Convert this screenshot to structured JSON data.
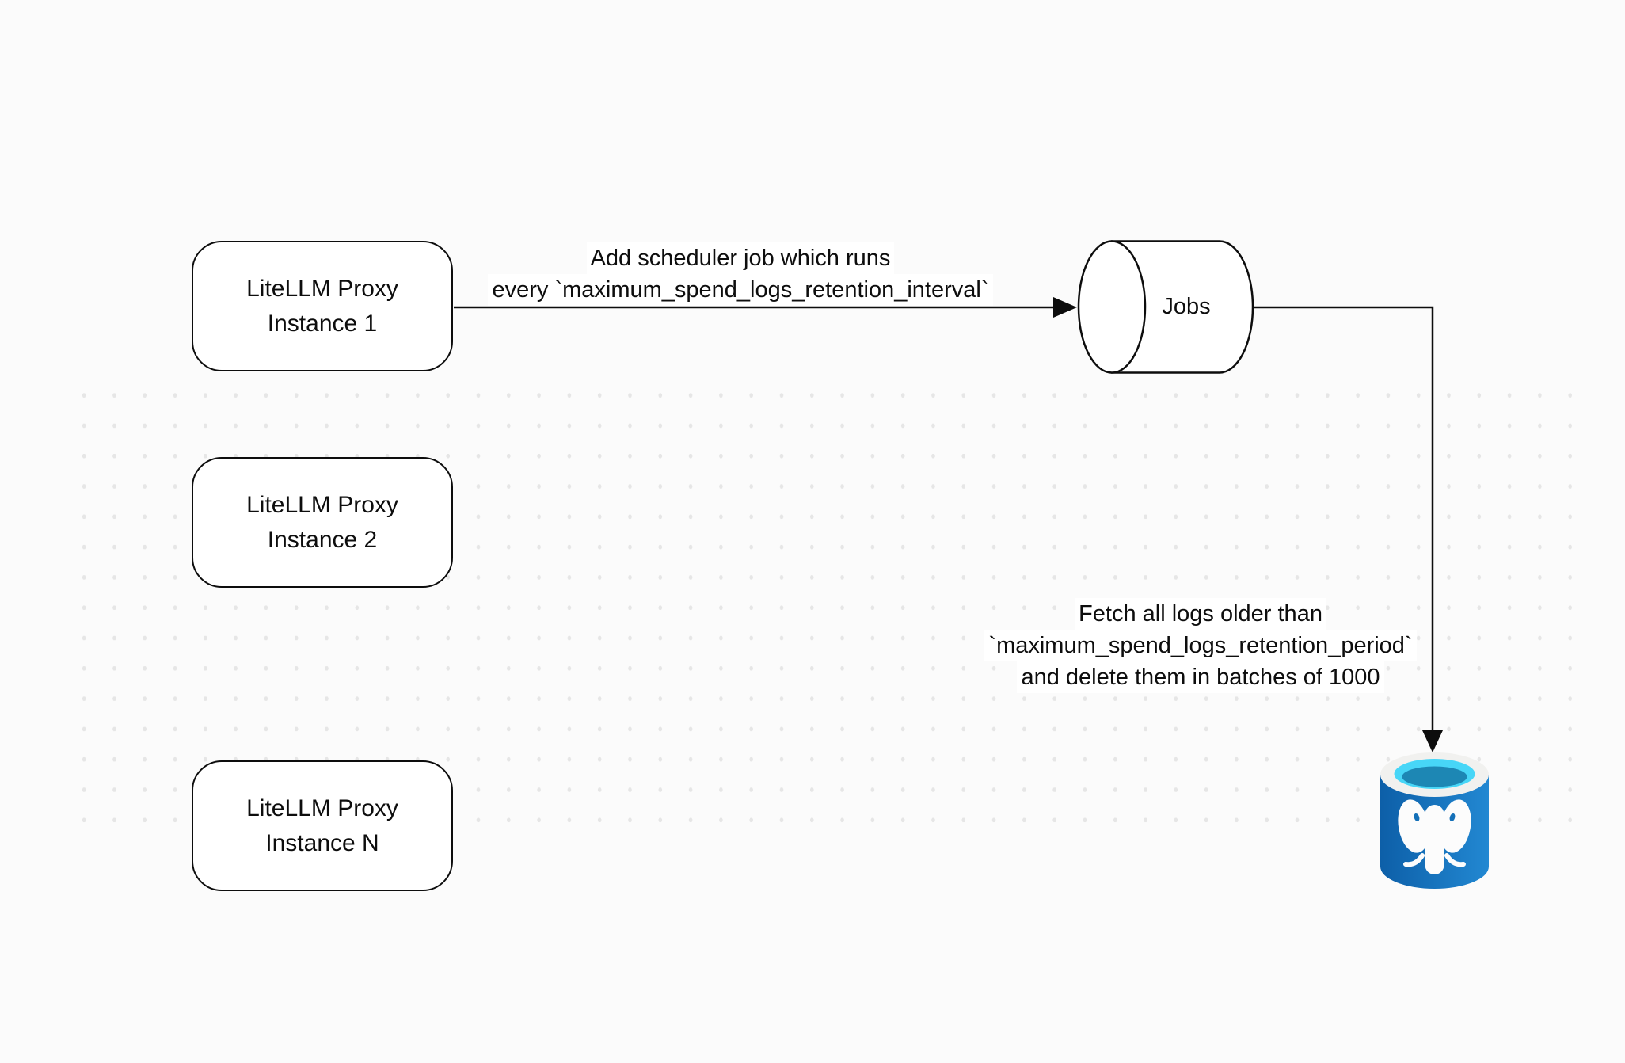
{
  "canvas": {
    "background_color": "#fbfbfb",
    "dot_color": "#e6e6e6",
    "stroke_color": "#0d0d0d",
    "text_color": "#0d0d0d"
  },
  "nodes": {
    "proxy1": {
      "line1": "LiteLLM Proxy",
      "line2": "Instance 1"
    },
    "proxy2": {
      "line1": "LiteLLM Proxy",
      "line2": "Instance 2"
    },
    "proxyN": {
      "line1": "LiteLLM Proxy",
      "line2": "Instance N"
    },
    "jobs": {
      "label": "Jobs"
    }
  },
  "edges": {
    "add_job": {
      "line1": "Add scheduler job which runs",
      "line2": "every `maximum_spend_logs_retention_interval`"
    },
    "delete_logs": {
      "line1": "Fetch all logs older than",
      "line2": "`maximum_spend_logs_retention_period`",
      "line3": "and delete them in batches of 1000"
    }
  },
  "icons": {
    "postgres": "postgresql-database-icon"
  },
  "icon_colors": {
    "postgres_body_left": "#0d5fa8",
    "postgres_body_right": "#2288d2",
    "postgres_rim": "#f1f1ef",
    "postgres_inner_cyan": "#47d6f7",
    "postgres_inner_teal": "#1d87b4",
    "postgres_elephant": "#fcfcfc"
  }
}
